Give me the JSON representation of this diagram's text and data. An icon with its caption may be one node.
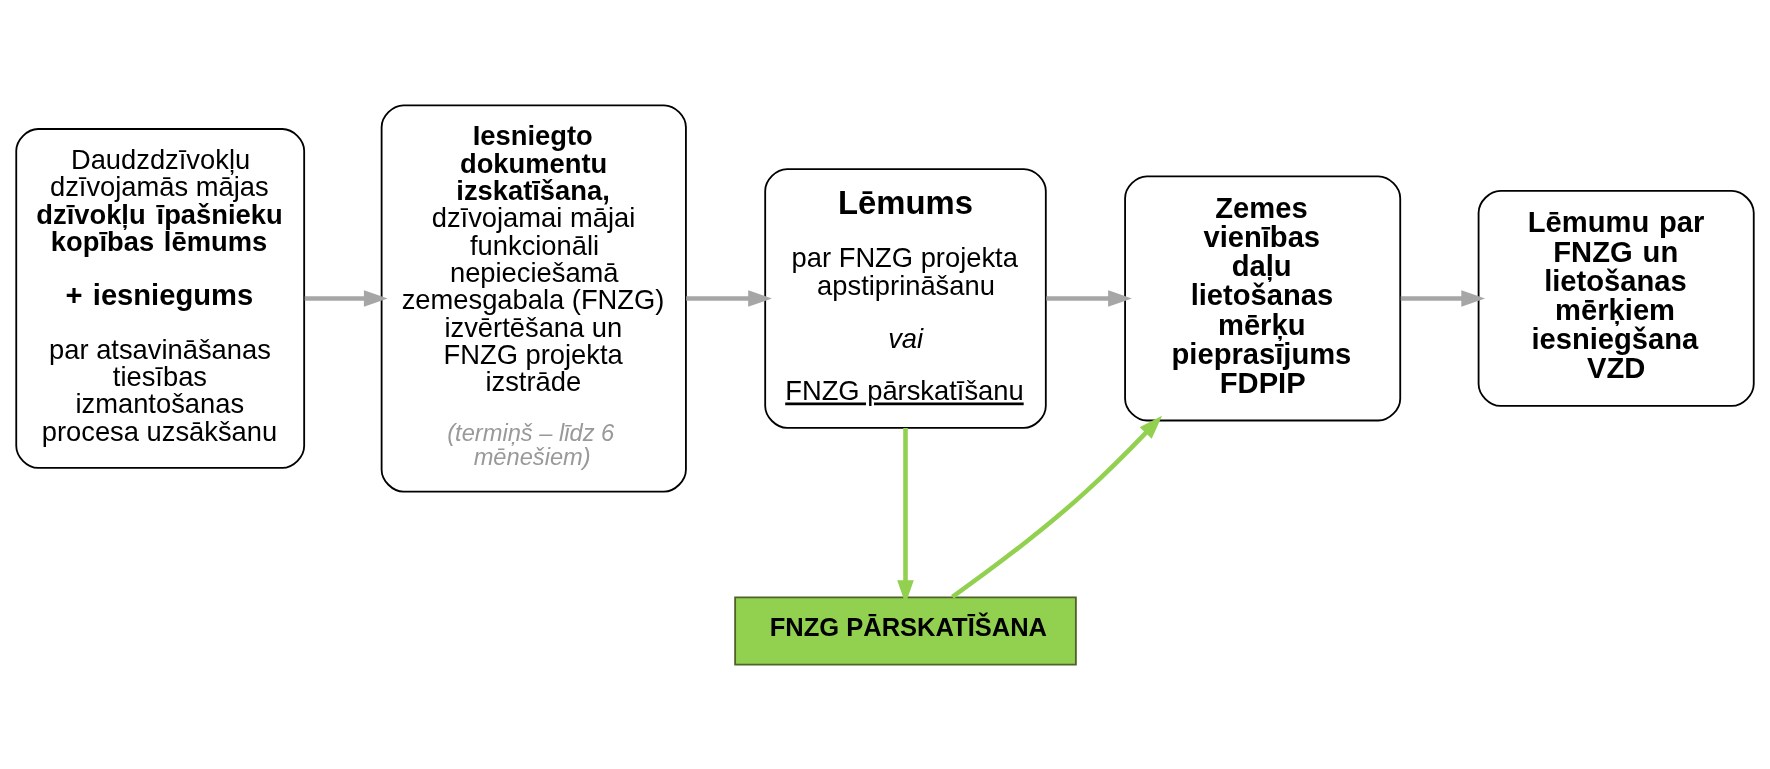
{
  "diagram": {
    "nodes": [
      {
        "text": [
          "Daudzdzīvokļu dzīvojamās mājas **dzīvokļu īpašnieku kopības lēmums**",
          "+ iesniegums",
          "par atsavināšanas tiesības izmantošanas procesa uzsākšanu"
        ]
      },
      {
        "text": [
          "**Iesniegto dokumentu izskatīšana,** dzīvojamai mājai funkcionāli nepieciešamā zemesgabala (FNZG) izvērtēšana un FNZG projekta izstrāde",
          "(termiņš – līdz 6 mēnešiem)"
        ]
      },
      {
        "text": [
          "Lēmums",
          "par FNZG projekta apstiprināšanu",
          "vai",
          "FNZG pārskatīšanu"
        ]
      },
      {
        "text": [
          "Zemes vienības daļu lietošanas mērķu pieprasījums FDPIP"
        ]
      },
      {
        "text": [
          "Lēmumu par FNZG un lietošanas mērķiem iesniegšana VZD"
        ]
      },
      {
        "text": [
          "FNZG PĀRSKATĪŠANA"
        ]
      }
    ],
    "edges": [
      {
        "from": 0,
        "to": 1,
        "arrow": "to"
      },
      {
        "from": 1,
        "to": 2,
        "arrow": "to"
      },
      {
        "from": 2,
        "to": 3,
        "arrow": "to"
      },
      {
        "from": 3,
        "to": 4,
        "arrow": "to"
      },
      {
        "from": 2,
        "to": 5,
        "arrow": "to",
        "color": "#92d050"
      },
      {
        "from": 5,
        "to": 3,
        "arrow": "to",
        "color": "#92d050"
      }
    ]
  }
}
